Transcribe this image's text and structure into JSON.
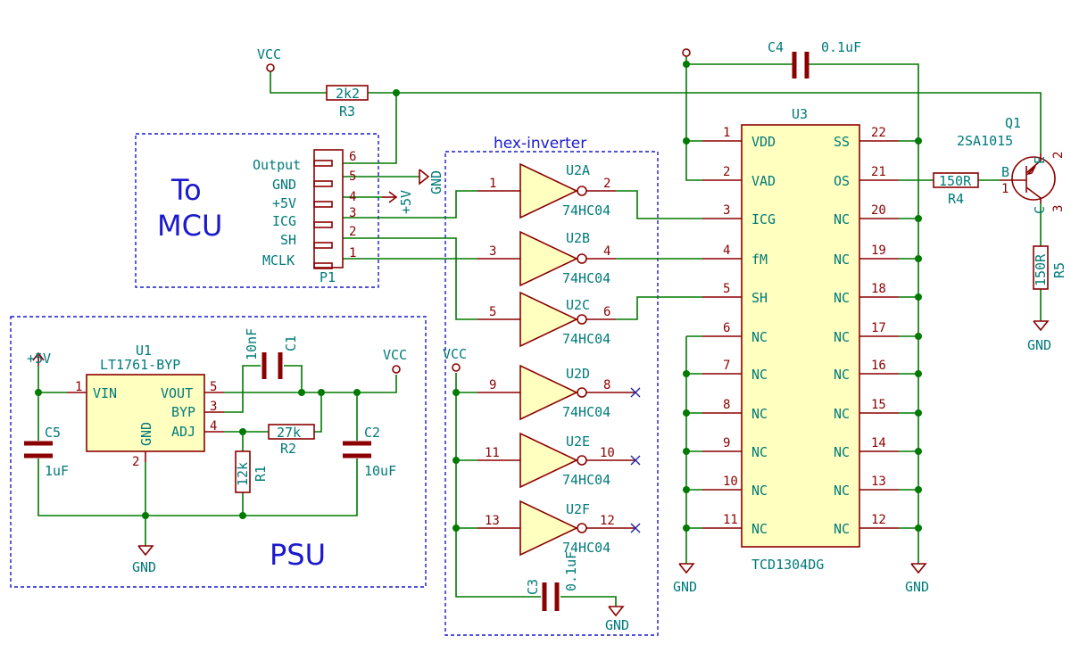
{
  "blocks": {
    "mcu_title_line1": "To",
    "mcu_title_line2": "MCU",
    "psu_title": "PSU",
    "inverter_title": "hex-inverter"
  },
  "power": {
    "vcc": "VCC",
    "gnd": "GND",
    "plus5v": "+5V"
  },
  "connector": {
    "ref": "P1",
    "pins": [
      {
        "num": "6",
        "label": "Output"
      },
      {
        "num": "5",
        "label": "GND"
      },
      {
        "num": "4",
        "label": "+5V"
      },
      {
        "num": "3",
        "label": "ICG"
      },
      {
        "num": "2",
        "label": "SH"
      },
      {
        "num": "1",
        "label": "MCLK"
      }
    ]
  },
  "resistors": {
    "r1": {
      "ref": "R1",
      "value": "12k"
    },
    "r2": {
      "ref": "R2",
      "value": "27k"
    },
    "r3": {
      "ref": "R3",
      "value": "2k2"
    },
    "r4": {
      "ref": "R4",
      "value": "150R"
    },
    "r5": {
      "ref": "R5",
      "value": "150R"
    }
  },
  "capacitors": {
    "c1": {
      "ref": "C1",
      "value": "10nF"
    },
    "c2": {
      "ref": "C2",
      "value": "10uF"
    },
    "c3": {
      "ref": "C3",
      "value": "0.1uF"
    },
    "c4": {
      "ref": "C4",
      "value": "0.1uF"
    },
    "c5": {
      "ref": "C5",
      "value": "1uF"
    }
  },
  "regulator": {
    "ref": "U1",
    "part": "LT1761-BYP",
    "pin_vin": "VIN",
    "pin_vout": "VOUT",
    "pin_byp": "BYP",
    "pin_adj": "ADJ",
    "pin_gnd": "GND",
    "num_vin": "1",
    "num_vout": "5",
    "num_byp": "3",
    "num_adj": "4",
    "num_gnd": "2"
  },
  "inverters": {
    "part": "74HC04",
    "gates": [
      {
        "ref": "U2A",
        "in": "1",
        "out": "2"
      },
      {
        "ref": "U2B",
        "in": "3",
        "out": "4"
      },
      {
        "ref": "U2C",
        "in": "5",
        "out": "6"
      },
      {
        "ref": "U2D",
        "in": "9",
        "out": "8"
      },
      {
        "ref": "U2E",
        "in": "11",
        "out": "10"
      },
      {
        "ref": "U2F",
        "in": "13",
        "out": "12"
      }
    ]
  },
  "sensor": {
    "ref": "U3",
    "part": "TCD1304DG",
    "left_pins": [
      {
        "num": "1",
        "name": "VDD"
      },
      {
        "num": "2",
        "name": "VAD"
      },
      {
        "num": "3",
        "name": "ICG"
      },
      {
        "num": "4",
        "name": "fM"
      },
      {
        "num": "5",
        "name": "SH"
      },
      {
        "num": "6",
        "name": "NC"
      },
      {
        "num": "7",
        "name": "NC"
      },
      {
        "num": "8",
        "name": "NC"
      },
      {
        "num": "9",
        "name": "NC"
      },
      {
        "num": "10",
        "name": "NC"
      },
      {
        "num": "11",
        "name": "NC"
      }
    ],
    "right_pins": [
      {
        "num": "22",
        "name": "SS"
      },
      {
        "num": "21",
        "name": "OS"
      },
      {
        "num": "20",
        "name": "NC"
      },
      {
        "num": "19",
        "name": "NC"
      },
      {
        "num": "18",
        "name": "NC"
      },
      {
        "num": "17",
        "name": "NC"
      },
      {
        "num": "16",
        "name": "NC"
      },
      {
        "num": "15",
        "name": "NC"
      },
      {
        "num": "14",
        "name": "NC"
      },
      {
        "num": "13",
        "name": "NC"
      },
      {
        "num": "12",
        "name": "NC"
      }
    ]
  },
  "transistor": {
    "ref": "Q1",
    "part": "2SA1015",
    "pin_b": "B",
    "pin_e": "E",
    "pin_c": "C",
    "num_b": "1",
    "num_e": "2",
    "num_c": "3"
  }
}
